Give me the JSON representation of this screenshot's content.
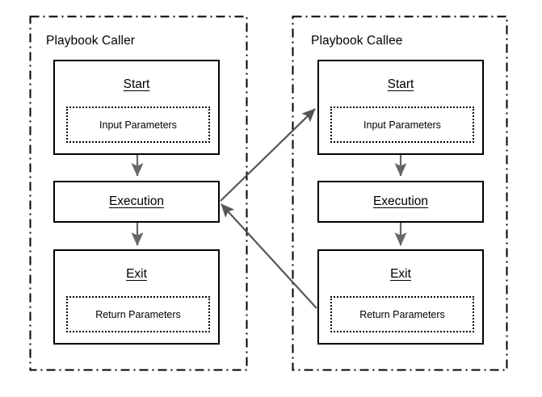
{
  "diagram": {
    "title_left": "Playbook Caller",
    "title_right": "Playbook Callee",
    "colors": {
      "stroke": "#000000",
      "arrow": "#666666",
      "cross_arrow": "#555555",
      "background": "#ffffff"
    },
    "panels": [
      {
        "id": "caller",
        "label": "Playbook Caller",
        "nodes": [
          {
            "id": "caller-start",
            "title": "Start",
            "inner": "Input Parameters"
          },
          {
            "id": "caller-execution",
            "title": "Execution",
            "inner": null
          },
          {
            "id": "caller-exit",
            "title": "Exit",
            "inner": "Return Parameters"
          }
        ]
      },
      {
        "id": "callee",
        "label": "Playbook Callee",
        "nodes": [
          {
            "id": "callee-start",
            "title": "Start",
            "inner": "Input Parameters"
          },
          {
            "id": "callee-execution",
            "title": "Execution",
            "inner": null
          },
          {
            "id": "callee-exit",
            "title": "Exit",
            "inner": "Return Parameters"
          }
        ]
      }
    ],
    "edges": [
      {
        "from": "caller-start",
        "to": "caller-execution",
        "kind": "vertical"
      },
      {
        "from": "caller-execution",
        "to": "caller-exit",
        "kind": "vertical"
      },
      {
        "from": "callee-start",
        "to": "callee-execution",
        "kind": "vertical"
      },
      {
        "from": "callee-execution",
        "to": "callee-exit",
        "kind": "vertical"
      },
      {
        "from": "caller-execution",
        "to": "callee-start",
        "kind": "diagonal-call"
      },
      {
        "from": "callee-exit",
        "to": "caller-execution",
        "kind": "diagonal-return"
      }
    ]
  }
}
